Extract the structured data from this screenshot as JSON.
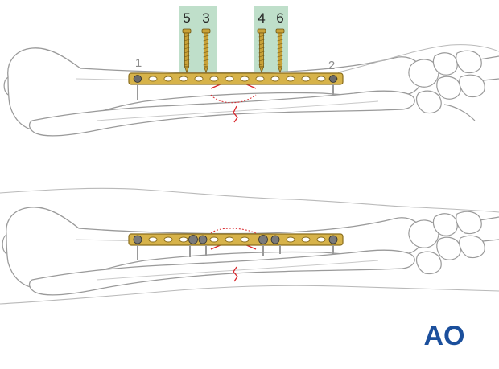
{
  "top_view": {
    "screws": [
      {
        "label": "5",
        "hole": "5"
      },
      {
        "label": "3",
        "hole": "3"
      },
      {
        "label": "4",
        "hole": "4"
      },
      {
        "label": "6",
        "hole": "6"
      }
    ],
    "positions": [
      {
        "label": "1"
      },
      {
        "label": "2"
      }
    ]
  },
  "logo": {
    "text": "AO"
  },
  "colors": {
    "bone_outline": "#9a9a9a",
    "bone_fill": "#ffffff",
    "plate": "#d7b34a",
    "plate_edge": "#8a6d1c",
    "screw": "#c9a238",
    "highlight": "#b8dcc4",
    "fracture": "#d9262c",
    "logo": "#1b4f9c"
  },
  "icons": [
    "ao-logo",
    "screw-icon"
  ]
}
